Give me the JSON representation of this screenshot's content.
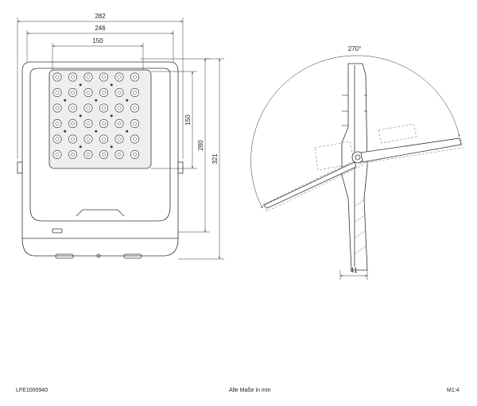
{
  "dimensions": {
    "width_overall": "282",
    "width_mount": "246",
    "width_led": "150",
    "height_led": "150",
    "height_body": "280",
    "height_overall": "321",
    "depth": "41",
    "tilt_angle": "270°"
  },
  "footer": {
    "article_number": "LFE1000940",
    "units_note": "Alle Maße in mm",
    "scale": "M1:4"
  },
  "led_grid": {
    "rows": 6,
    "cols": 6
  },
  "colors": {
    "line": "#333333",
    "hatch": "#888888",
    "background": "#ffffff"
  }
}
